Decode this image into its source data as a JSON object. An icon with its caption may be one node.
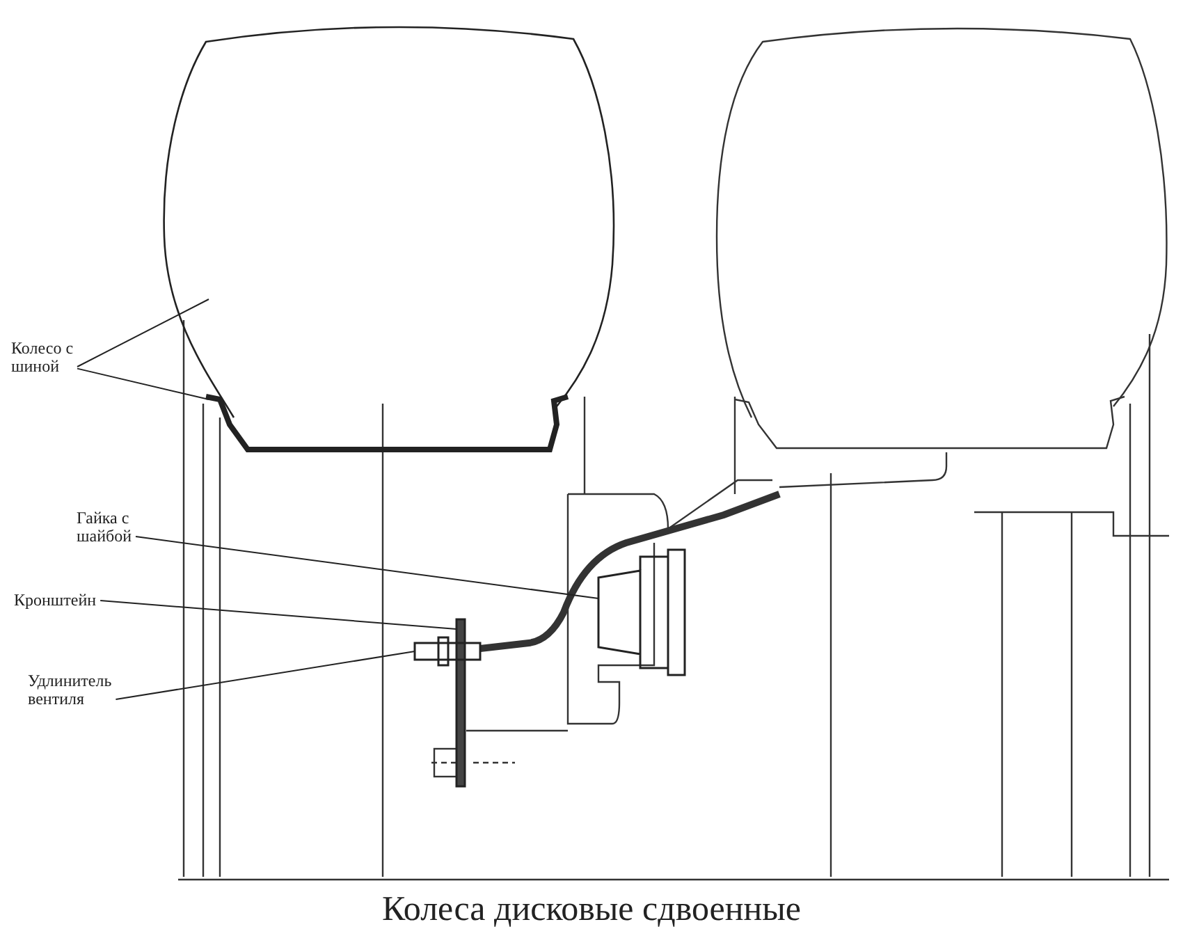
{
  "diagram": {
    "caption": "Колеса дисковые сдвоенные",
    "nodes": [
      {
        "text": [
          "Колесо с шиной"
        ]
      },
      {
        "text": [],
        "shape": "picture"
      },
      {
        "text": [],
        "shape": "picture"
      },
      {
        "text": [
          "Гайка с шайбой"
        ]
      },
      {
        "text": [],
        "shape": "picture"
      },
      {
        "text": [
          "Кронштейн"
        ]
      },
      {
        "text": [],
        "shape": "bar"
      },
      {
        "text": [
          "Удлинитель вентиля"
        ]
      },
      {
        "text": [],
        "shape": "picture"
      }
    ],
    "edges": [
      {
        "from": 0,
        "to": 1,
        "arrow": "none"
      },
      {
        "from": 0,
        "to": 2,
        "arrow": "none"
      },
      {
        "from": 3,
        "to": 4,
        "arrow": "none"
      },
      {
        "from": 5,
        "to": 6,
        "arrow": "none"
      },
      {
        "from": 7,
        "to": 8,
        "arrow": "none"
      }
    ]
  }
}
